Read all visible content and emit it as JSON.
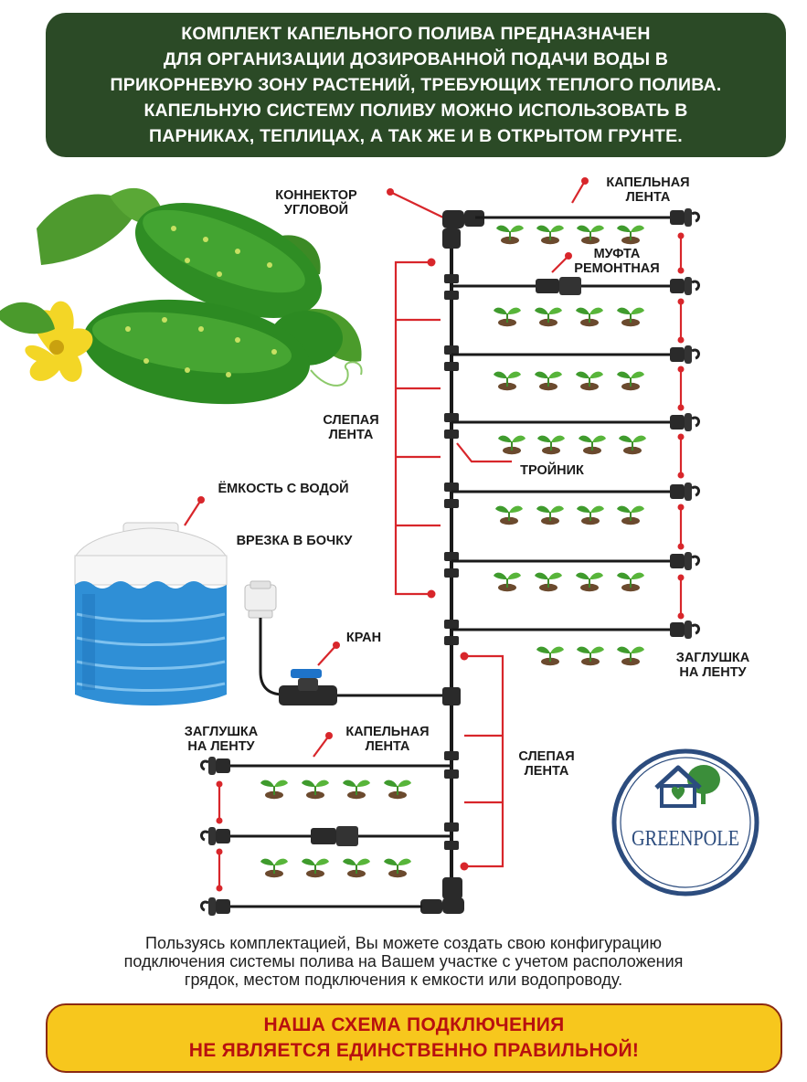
{
  "top_banner": {
    "lines": [
      "КОМПЛЕКТ КАПЕЛЬНОГО ПОЛИВА ПРЕДНАЗНАЧЕН",
      "ДЛЯ ОРГАНИЗАЦИИ ДОЗИРОВАННОЙ ПОДАЧИ ВОДЫ В",
      "ПРИКОРНЕВУЮ ЗОНУ РАСТЕНИЙ, ТРЕБУЮЩИХ ТЕПЛОГО ПОЛИВА.",
      "КАПЕЛЬНУЮ СИСТЕМУ ПОЛИВУ МОЖНО ИСПОЛЬЗОВАТЬ В",
      "ПАРНИКАХ, ТЕПЛИЦАХ, А ТАК ЖЕ И В ОТКРЫТОМ ГРУНТЕ."
    ]
  },
  "labels": {
    "connector_1": "КОННЕКТОР",
    "connector_2": "УГЛОВОЙ",
    "drip_top_1": "КАПЕЛЬНАЯ",
    "drip_top_2": "ЛЕНТА",
    "repair_1": "МУФТА",
    "repair_2": "РЕМОНТНАЯ",
    "blind_left_1": "СЛЕПАЯ",
    "blind_left_2": "ЛЕНТА",
    "tee": "ТРОЙНИК",
    "tank": "ЁМКОСТЬ С ВОДОЙ",
    "barrel": "ВРЕЗКА В БОЧКУ",
    "valve": "КРАН",
    "plug_right_1": "ЗАГЛУШКА",
    "plug_right_2": "НА ЛЕНТУ",
    "plug_left_1": "ЗАГЛУШКА",
    "plug_left_2": "НА ЛЕНТУ",
    "drip_bottom_1": "КАПЕЛЬНАЯ",
    "drip_bottom_2": "ЛЕНТА",
    "blind_right_1": "СЛЕПАЯ",
    "blind_right_2": "ЛЕНТА"
  },
  "logo": {
    "text": "GREENPOLE"
  },
  "bottom_text": {
    "lines": [
      "Пользуясь комплектацией, Вы можете создать свою конфигурацию",
      "подключения системы полива на Вашем участке с учетом расположения",
      "грядок, местом подключения к емкости или водопроводу."
    ]
  },
  "bottom_banner": {
    "lines": [
      "НАША СХЕМА ПОДКЛЮЧЕНИЯ",
      "НЕ ЯВЛЯЕТСЯ ЕДИНСТВЕННО ПРАВИЛЬНОЙ!"
    ]
  },
  "colors": {
    "banner_green": "#2b4a26",
    "banner_yellow": "#f7c71d",
    "warning_red": "#b8100f",
    "bracket_red": "#d8262b",
    "pipe_black": "#1a1a1a",
    "water_blue": "#2f8fd6",
    "logo_blue": "#2c4c7e",
    "logo_green": "#3b8e3a"
  }
}
